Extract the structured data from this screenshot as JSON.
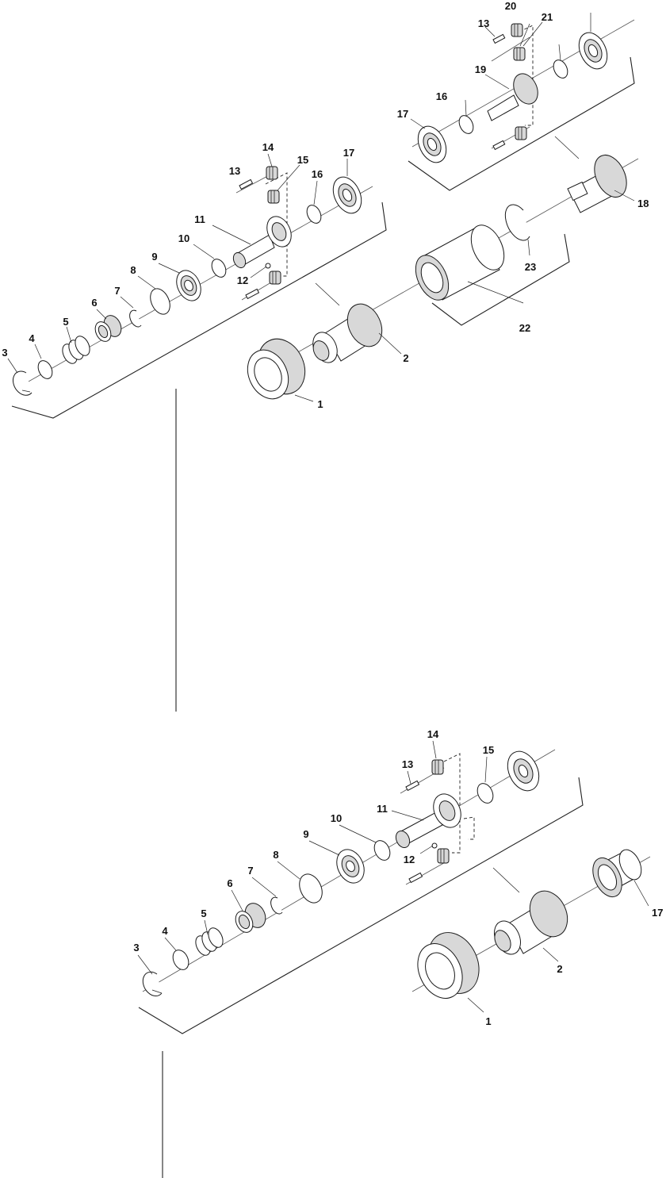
{
  "diagrams": [
    {
      "name": "upper-exploded-view",
      "callouts": [
        "1",
        "2",
        "3",
        "4",
        "5",
        "6",
        "7",
        "8",
        "9",
        "10",
        "11",
        "12",
        "13",
        "14",
        "15",
        "16",
        "17",
        "16",
        "17",
        "18",
        "19",
        "20",
        "21",
        "13",
        "22",
        "23"
      ]
    },
    {
      "name": "lower-exploded-view",
      "callouts": [
        "1",
        "2",
        "3",
        "4",
        "5",
        "6",
        "7",
        "8",
        "9",
        "10",
        "11",
        "12",
        "13",
        "14",
        "15",
        "17"
      ]
    }
  ],
  "colors": {
    "line": "#1a1a1a",
    "fill_shade": "#d8d8d8",
    "background": "#ffffff"
  }
}
